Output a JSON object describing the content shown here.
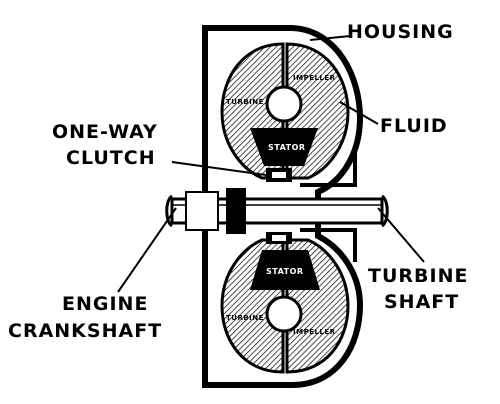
{
  "labels": {
    "housing": "HOUSING",
    "fluid": "FLUID",
    "one_way_line1": "ONE-WAY",
    "one_way_line2": "CLUTCH",
    "turbine_shaft_line1": "TURBINE",
    "turbine_shaft_line2": "SHAFT",
    "engine_crankshaft_line1": "ENGINE",
    "engine_crankshaft_line2": "CRANKSHAFT"
  },
  "part_labels": {
    "turbine_upper": "TURBINE",
    "impeller_upper": "IMPELLER",
    "stator_upper": "STATOR",
    "stator_lower": "STATOR",
    "turbine_lower": "TURBINE",
    "impeller_lower": "IMPELLER"
  },
  "colors": {
    "ink": "#000000",
    "paper": "#ffffff"
  }
}
